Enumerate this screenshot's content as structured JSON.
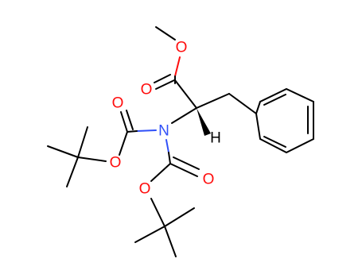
{
  "atoms": {
    "o_methoxy": "O",
    "o_carbonyl_ester": "O",
    "n_imide": "N",
    "h_stereo": "H",
    "o_boc1_carbonyl": "O",
    "o_boc1_ether": "O",
    "o_boc2_ether": "O",
    "o_boc2_carbonyl": "O"
  },
  "colors": {
    "bond": "#000000",
    "oxygen": "#ff0d0d",
    "nitrogen": "#3050f8",
    "background": "#ffffff"
  }
}
